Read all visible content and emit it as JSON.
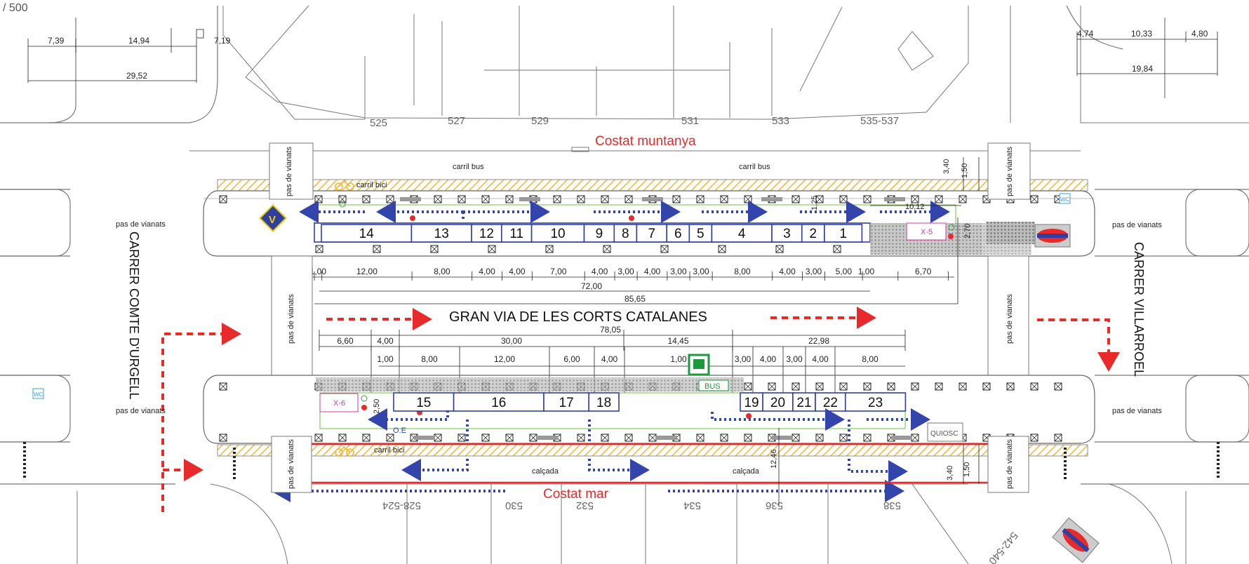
{
  "scale": "/ 500",
  "labels": {
    "costat_muntanya": "Costat muntanya",
    "costat_mar": "Costat mar",
    "gran_via": "GRAN VIA DE LES CORTS CATALANES",
    "carrer_comte": "CARRER COMTE D'URGELL",
    "carrer_villarroel": "CARRER VILLARROEL",
    "carril_bus": "carril bus",
    "carril_bici": "carril bici",
    "pas_vianats": "pas de vianats",
    "calcada": "calçada",
    "bus": "BUS",
    "quiosc": "QUIOSC",
    "wc": "WC",
    "oe": "O.E",
    "x5": "X-5",
    "x6": "X-6",
    "v": "V"
  },
  "buildings": {
    "top": [
      "525",
      "527",
      "529",
      "531",
      "533",
      "535-537"
    ],
    "bottom": [
      "528-524",
      "530",
      "532",
      "534",
      "536",
      "538",
      "542-540"
    ]
  },
  "stalls": {
    "top": [
      "14",
      "13",
      "12",
      "11",
      "10",
      "9",
      "8",
      "7",
      "6",
      "5",
      "4",
      "3",
      "2",
      "1"
    ],
    "bottom": [
      "15",
      "16",
      "17",
      "18",
      "19",
      "20",
      "21",
      "22",
      "23"
    ]
  },
  "dims": {
    "top_left": [
      "7,39",
      "14,94",
      "7,19",
      "29,52"
    ],
    "top_right": [
      "4,74",
      "10,33",
      "4,80",
      "19,84"
    ],
    "top_row": [
      "1,00",
      "12,00",
      "8,00",
      "4,00",
      "4,00",
      "7,00",
      "4,00",
      "3,00",
      "4,00",
      "3,00",
      "3,00",
      "8,00",
      "4,00",
      "3,00",
      "5,00",
      "1,00",
      "6,70"
    ],
    "top_total": "72,00",
    "top_overall": "85,65",
    "top_right_extra": "10,12",
    "top_v1": "3,40",
    "top_v2": "1,50",
    "top_v3": "1,25",
    "top_v4": "2,70",
    "bottom_overall": "78,05",
    "bottom_row1": [
      "6,60",
      "4,00",
      "30,00",
      "14,45",
      "22,98"
    ],
    "bottom_row2": [
      "1,00",
      "8,00",
      "12,00",
      "6,00",
      "4,00",
      "1,00",
      "3,00",
      "4,00",
      "3,00",
      "4,00",
      "8,00"
    ],
    "bottom_v1": "2,50",
    "bottom_v2": "12,46",
    "bottom_v3": "3,40",
    "bottom_v4": "1,50"
  },
  "colors": {
    "line": "#555555",
    "stall_blue": "#2f3fa0",
    "flow_blue": "#3344aa",
    "flow_red": "#e82a2a",
    "green_zone": "#6fbf3f",
    "yellow_hatch": "#f2b632",
    "magenta": "#d23aa0"
  }
}
